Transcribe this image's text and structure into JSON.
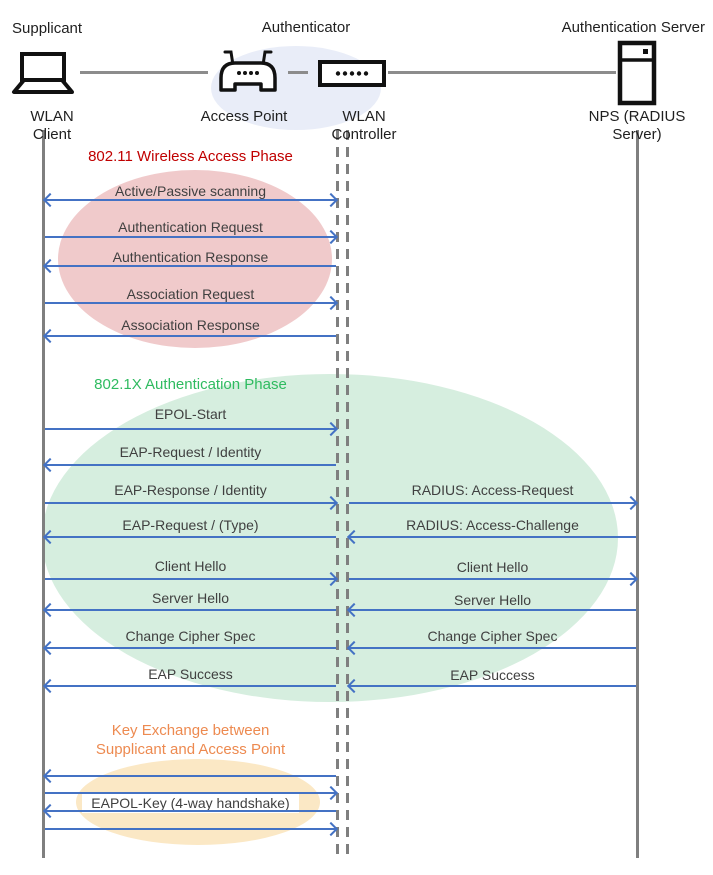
{
  "header": {
    "roles": [
      {
        "label": "Supplicant"
      },
      {
        "label": "Authenticator"
      },
      {
        "label": "Authentication Server"
      }
    ],
    "devices": [
      {
        "label": "WLAN Client",
        "icon": "laptop-icon"
      },
      {
        "label": "Access Point",
        "icon": "access-point-icon"
      },
      {
        "label": "WLAN Controller",
        "icon": "wlan-controller-icon"
      },
      {
        "label": "NPS (RADIUS Server)",
        "icon": "server-icon"
      }
    ]
  },
  "phases": [
    {
      "title": "802.11 Wireless Access Phase",
      "title_color": "#C00000",
      "ellipse_fill": "#F0CACB"
    },
    {
      "title": "802.1X Authentication Phase",
      "title_color": "#2FBB60",
      "ellipse_fill": "#D6EEDF"
    },
    {
      "title_lines": [
        "Key Exchange between",
        "Supplicant and Access Point"
      ],
      "title_color": "#ED8A50",
      "ellipse_fill": "#FBE8C5"
    }
  ],
  "messages": [
    {
      "label": "Active/Passive scanning",
      "segment": "client-controller",
      "direction": "both"
    },
    {
      "label": "Authentication Request",
      "segment": "client-controller",
      "direction": "right"
    },
    {
      "label": "Authentication Response",
      "segment": "client-controller",
      "direction": "left"
    },
    {
      "label": "Association Request",
      "segment": "client-controller",
      "direction": "right"
    },
    {
      "label": "Association Response",
      "segment": "client-controller",
      "direction": "left"
    },
    {
      "label": "EPOL-Start",
      "segment": "client-controller",
      "direction": "right"
    },
    {
      "label": "EAP-Request / Identity",
      "segment": "client-controller",
      "direction": "left"
    },
    {
      "label": "EAP-Response / Identity",
      "segment": "client-controller",
      "direction": "right"
    },
    {
      "label": "RADIUS: Access-Request",
      "segment": "controller-server",
      "direction": "right"
    },
    {
      "label": "EAP-Request / (Type)",
      "segment": "client-controller",
      "direction": "left"
    },
    {
      "label": "RADIUS: Access-Challenge",
      "segment": "controller-server",
      "direction": "left"
    },
    {
      "label": "Client Hello",
      "segment": "client-controller",
      "direction": "right"
    },
    {
      "label": "Client Hello",
      "segment": "controller-server",
      "direction": "right"
    },
    {
      "label": "Server Hello",
      "segment": "client-controller",
      "direction": "left"
    },
    {
      "label": "Server Hello",
      "segment": "controller-server",
      "direction": "left"
    },
    {
      "label": "Change Cipher Spec",
      "segment": "client-controller",
      "direction": "left"
    },
    {
      "label": "Change Cipher Spec",
      "segment": "controller-server",
      "direction": "left"
    },
    {
      "label": "EAP Success",
      "segment": "client-controller",
      "direction": "left"
    },
    {
      "label": "EAP Success",
      "segment": "controller-server",
      "direction": "left"
    },
    {
      "label": "EAPOL-Key (4-way handshake)",
      "segment": "client-controller",
      "direction": "left,right,left,right"
    }
  ],
  "colors": {
    "arrow_blue": "#4472C4",
    "lifeline_gray": "#7F7F7F",
    "phase1_ellipse": "#F0CACB",
    "phase2_ellipse": "#D6EEDF",
    "phase3_ellipse": "#FBE8C5",
    "authenticator_ellipse": "#E9EDF8",
    "phase1_title": "#C00000",
    "phase2_title": "#2FBB60",
    "phase3_title": "#ED8A50"
  }
}
